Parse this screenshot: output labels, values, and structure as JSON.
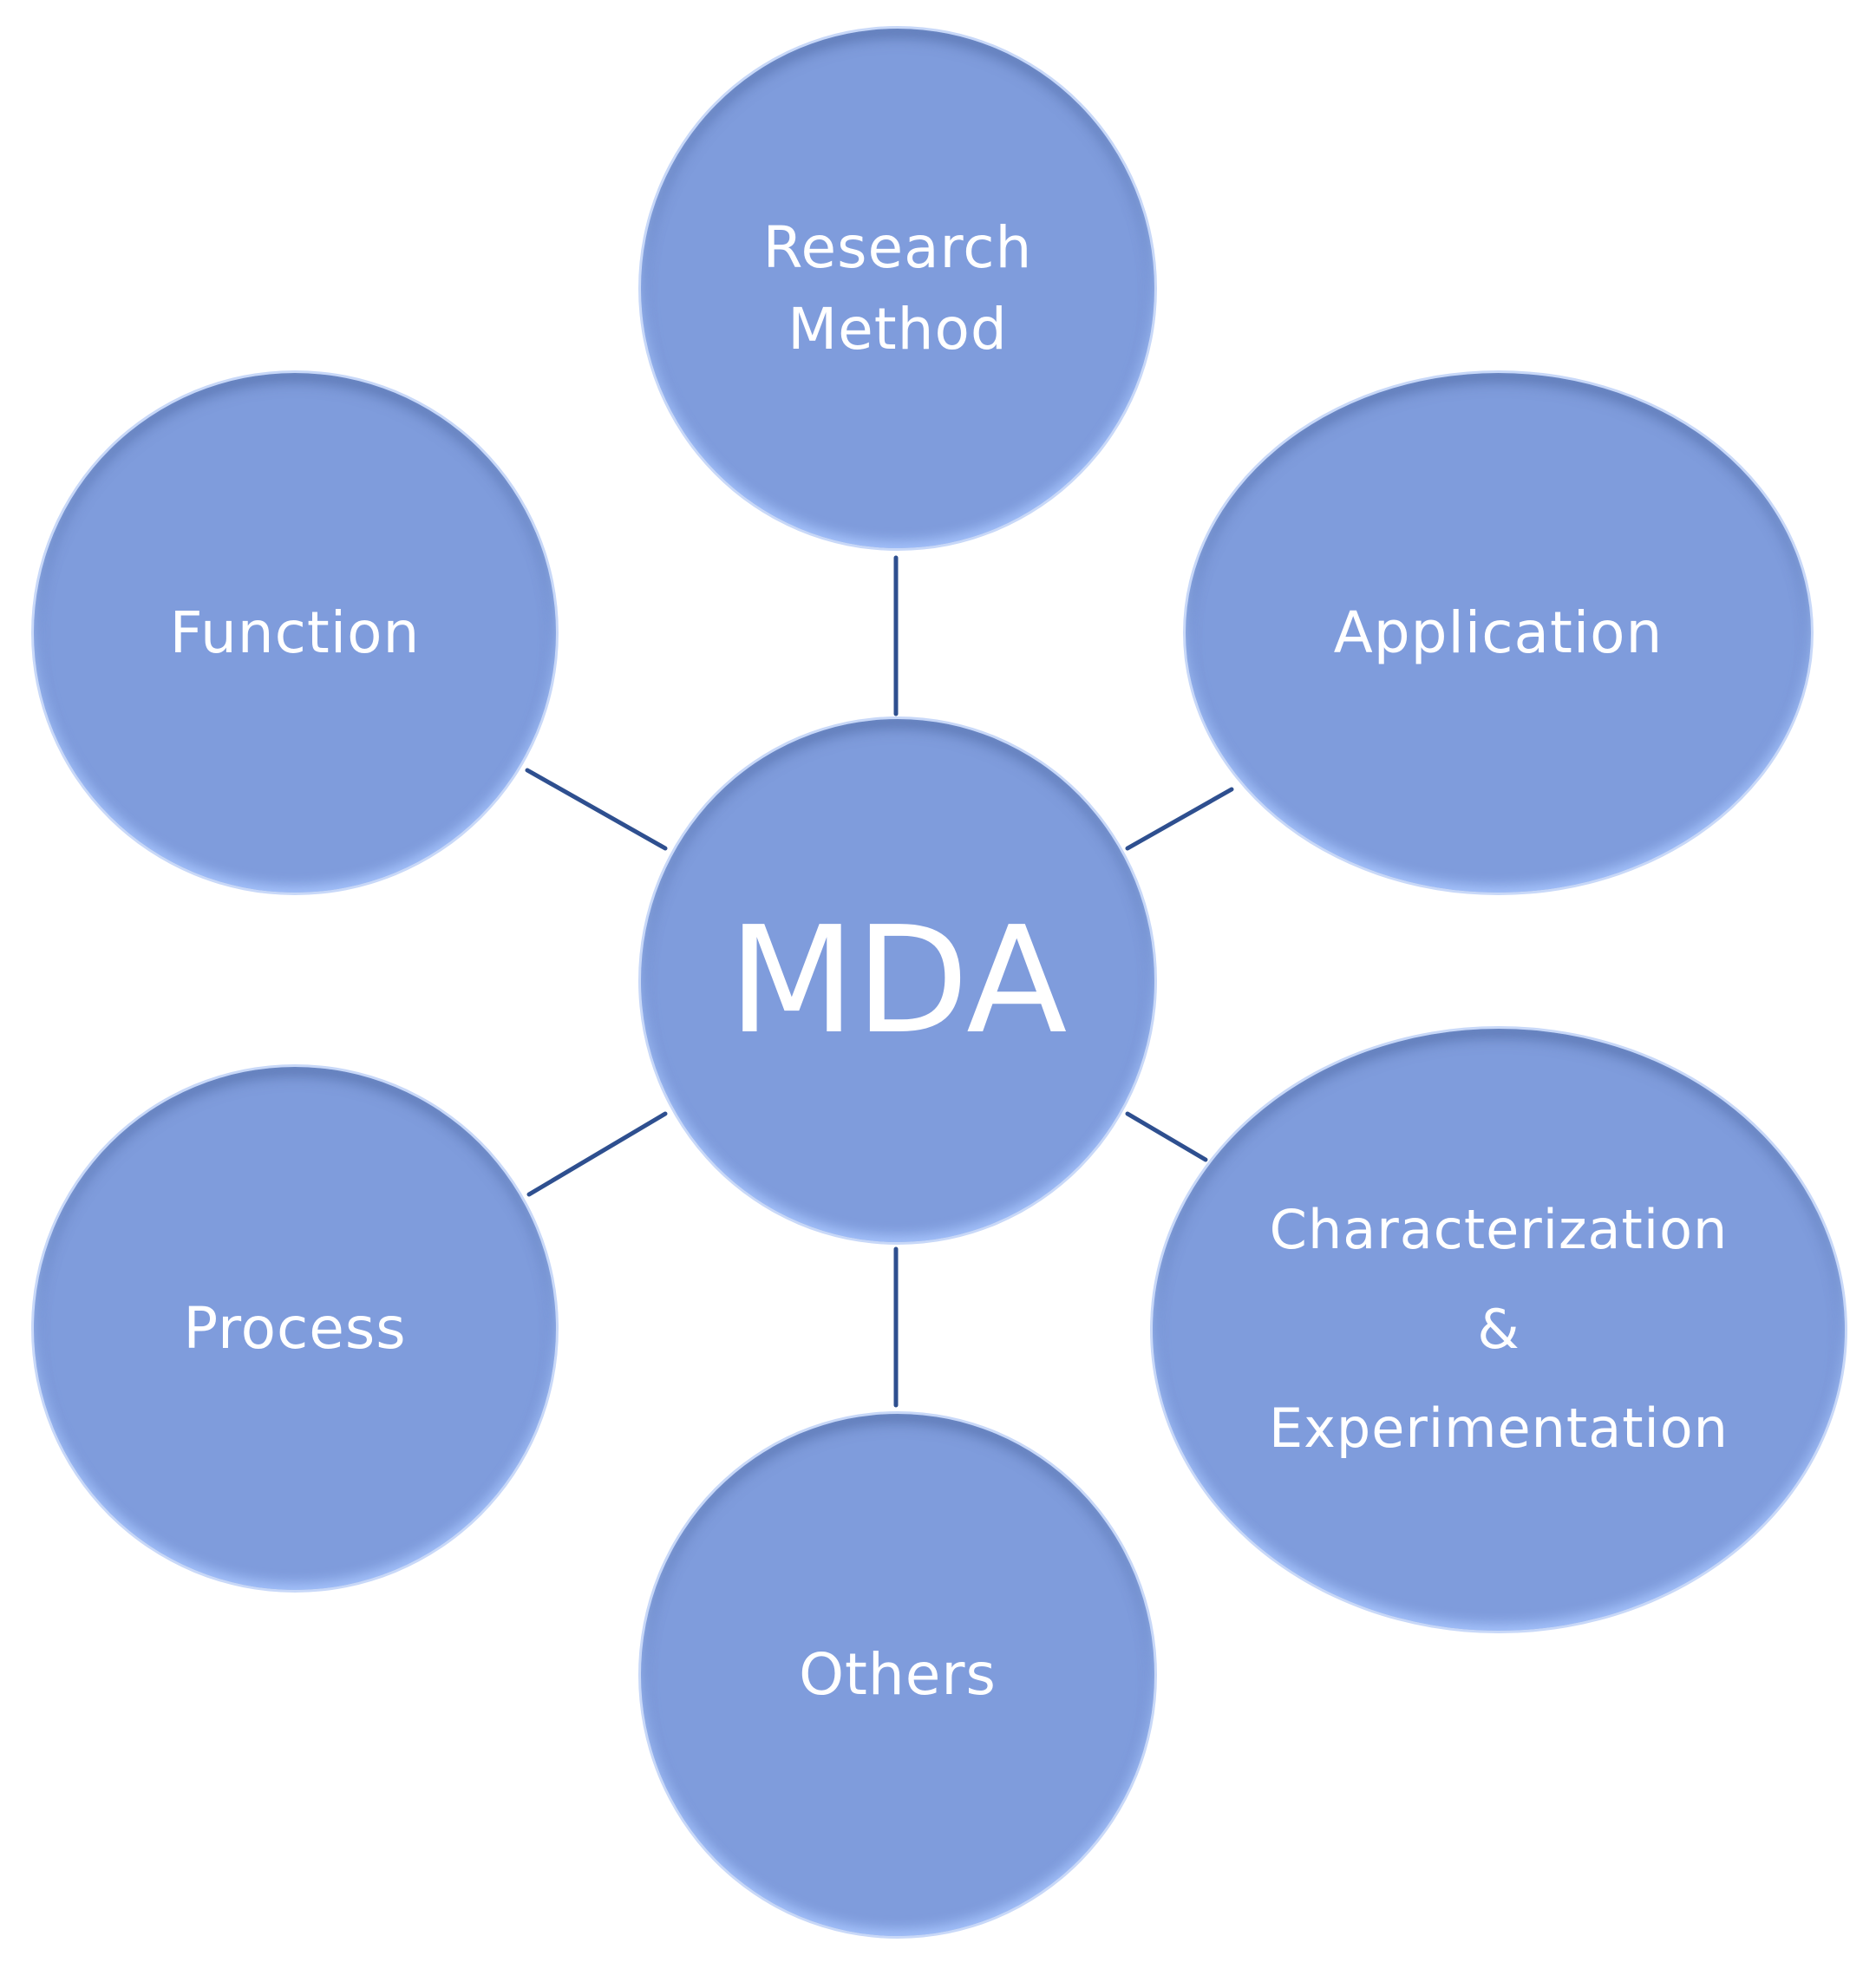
{
  "diagram": {
    "center": {
      "label": "MDA"
    },
    "nodes": {
      "research_method": {
        "lines": [
          "Research",
          "Method"
        ]
      },
      "application": {
        "label": "Application"
      },
      "characterization": {
        "lines": [
          "Characterization",
          "&",
          "Experimentation"
        ]
      },
      "others": {
        "label": "Others"
      },
      "process": {
        "label": "Process"
      },
      "function": {
        "label": "Function"
      }
    },
    "colors": {
      "node_fill": "#7f9cdc",
      "node_rim": "#a9c6ff",
      "connector": "#2e4f8f",
      "text": "#ffffff"
    }
  }
}
